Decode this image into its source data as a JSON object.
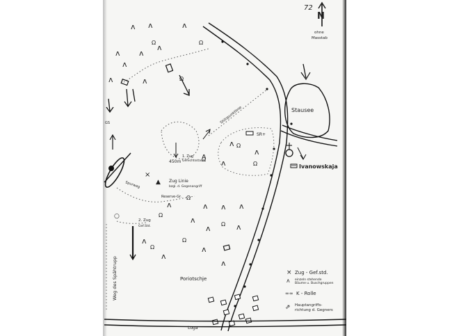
{
  "sheet_number": "72",
  "north": {
    "letter": "N",
    "scale_note": "ohne\nMasstab"
  },
  "places": {
    "reservoir": "Stausee",
    "village_east": "Ivanowskaja",
    "village_south": "Poriotschje",
    "river": "Luga",
    "road_label": "Weg des Spähtrupp",
    "hill_distance": "450m",
    "edge_note": "GS",
    "mg_label": "SR+"
  },
  "annotations": {
    "front_line": "Zug Linie",
    "front_line_sub": "bzgl. d. Gegenangriff",
    "platoon_staff": "1. Zug",
    "platoon_staff_sub": "Gefechtsstand",
    "second_post": "2. Zug",
    "second_post_sub": "Gef.Std.",
    "reserve": "Reserve-Gr.",
    "dotted_path": "Stützpunktlinie",
    "tank_track": "Spurweg"
  },
  "legend": {
    "items": [
      {
        "symbol": "×",
        "label": "Zug - Gef.std."
      },
      {
        "symbol": "ʌ",
        "label": "einzeln stehende\nBäume u. Buschgruppen"
      },
      {
        "symbol": "∞∞",
        "label": "K - Rolle"
      },
      {
        "symbol": "⇗",
        "label": "Hauptangriffs-\nrichtung d. Gegners"
      }
    ]
  }
}
